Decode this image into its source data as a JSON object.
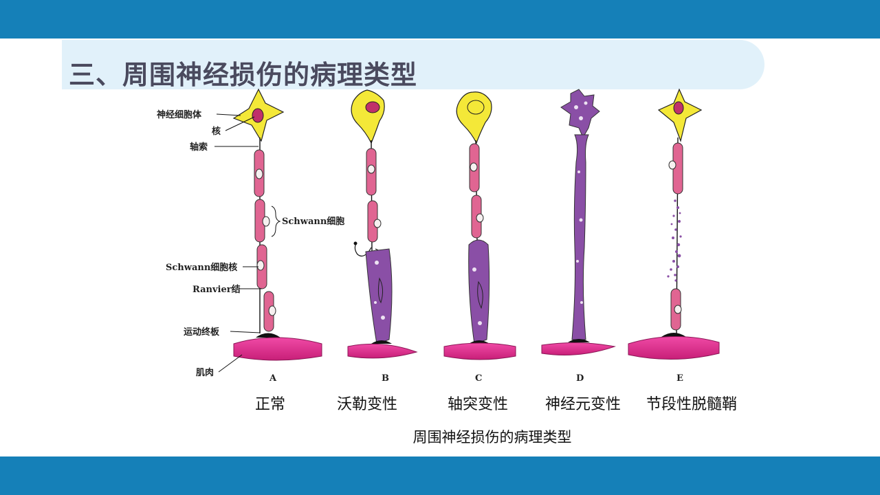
{
  "slide": {
    "title": "三、周围神经损伤的病理类型",
    "caption": "周围神经损伤的病理类型"
  },
  "labels": {
    "cell_body": "神经细胞体",
    "nucleus": "核",
    "axon": "轴索",
    "schwann_cell": "Schwann细胞",
    "schwann_nucleus": "Schwann细胞核",
    "ranvier": "Ranvier结",
    "motor_end_plate": "运动终板",
    "muscle": "肌肉"
  },
  "panels": [
    {
      "letter": "A",
      "name": "正常"
    },
    {
      "letter": "B",
      "name": "沃勒变性"
    },
    {
      "letter": "C",
      "name": "轴突变性"
    },
    {
      "letter": "D",
      "name": "神经元变性"
    },
    {
      "letter": "E",
      "name": "节段性脱髓鞘"
    }
  ],
  "colors": {
    "header_bar": "#1580b8",
    "title_band": "#e1f1fa",
    "title_text": "#4a4a5e",
    "soma": "#f4e838",
    "myelin": "#e06592",
    "degenerated": "#8a4fa6",
    "muscle": "#dc2c8a"
  }
}
